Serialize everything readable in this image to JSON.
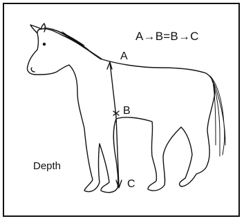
{
  "formula": "A→B=B→C",
  "points": {
    "a": "A",
    "b": "B",
    "c": "C"
  },
  "caption": "Depth",
  "colors": {
    "line": "#111111",
    "background": "#ffffff"
  }
}
